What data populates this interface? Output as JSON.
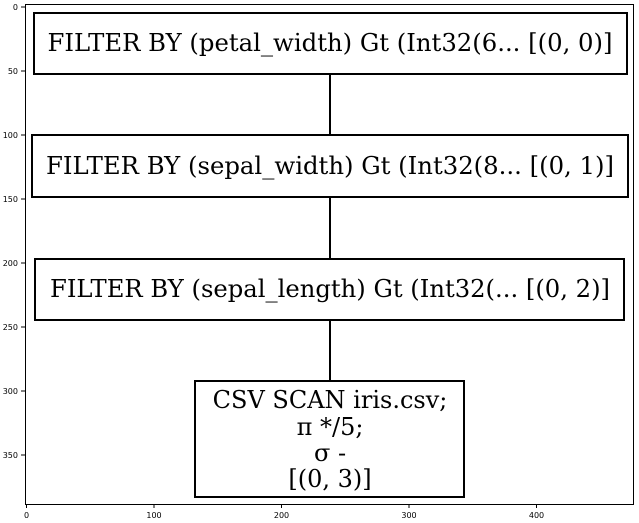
{
  "axes": {
    "x_ticks": [
      "0",
      "100",
      "200",
      "300",
      "400"
    ],
    "y_ticks": [
      "0",
      "50",
      "100",
      "150",
      "200",
      "250",
      "300",
      "350"
    ]
  },
  "diagram": {
    "nodes": [
      {
        "id": "filter-petal-width",
        "lines": [
          "FILTER BY (petal_width) Gt (Int32(6... [(0, 0)]"
        ]
      },
      {
        "id": "filter-sepal-width",
        "lines": [
          "FILTER BY (sepal_width) Gt (Int32(8... [(0, 1)]"
        ]
      },
      {
        "id": "filter-sepal-length",
        "lines": [
          "FILTER BY (sepal_length) Gt (Int32(... [(0, 2)]"
        ]
      },
      {
        "id": "csv-scan",
        "lines": [
          "CSV SCAN iris.csv;",
          "π */5;",
          "σ -",
          "[(0, 3)]"
        ]
      }
    ],
    "edges": [
      {
        "from": "filter-petal-width",
        "to": "filter-sepal-width"
      },
      {
        "from": "filter-sepal-width",
        "to": "filter-sepal-length"
      },
      {
        "from": "filter-sepal-length",
        "to": "csv-scan"
      }
    ]
  }
}
